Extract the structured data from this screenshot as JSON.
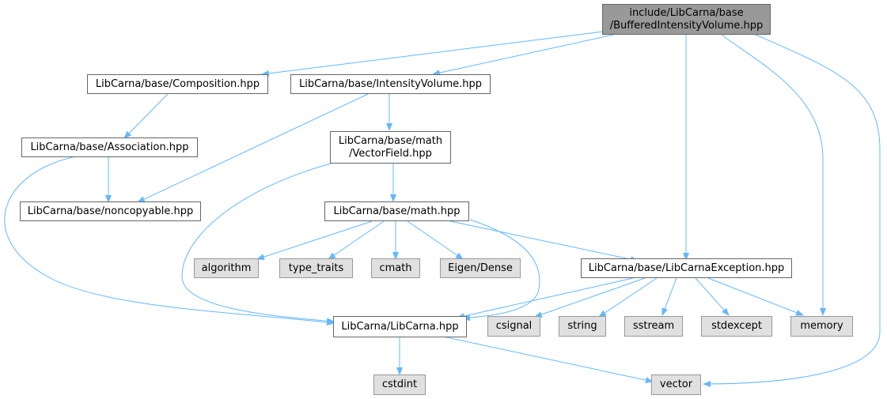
{
  "nodes": {
    "root": {
      "line1": "include/LibCarna/base",
      "line2": "/BufferedIntensityVolume.hpp"
    },
    "composition": {
      "label": "LibCarna/base/Composition.hpp"
    },
    "intensity_volume": {
      "label": "LibCarna/base/IntensityVolume.hpp"
    },
    "association": {
      "label": "LibCarna/base/Association.hpp"
    },
    "vector_field": {
      "line1": "LibCarna/base/math",
      "line2": "/VectorField.hpp"
    },
    "noncopyable": {
      "label": "LibCarna/base/noncopyable.hpp"
    },
    "math": {
      "label": "LibCarna/base/math.hpp"
    },
    "algorithm": {
      "label": "algorithm"
    },
    "type_traits": {
      "label": "type_traits"
    },
    "cmath": {
      "label": "cmath"
    },
    "eigen_dense": {
      "label": "Eigen/Dense"
    },
    "libcarna_exception": {
      "label": "LibCarna/base/LibCarnaException.hpp"
    },
    "libcarna": {
      "label": "LibCarna/LibCarna.hpp"
    },
    "csignal": {
      "label": "csignal"
    },
    "string": {
      "label": "string"
    },
    "sstream": {
      "label": "sstream"
    },
    "stdexcept": {
      "label": "stdexcept"
    },
    "memory": {
      "label": "memory"
    },
    "cstdint": {
      "label": "cstdint"
    },
    "vector": {
      "label": "vector"
    }
  },
  "colors": {
    "edge": "#63b8ff",
    "root_fill": "#999999",
    "system_fill": "#e0e0e0"
  }
}
